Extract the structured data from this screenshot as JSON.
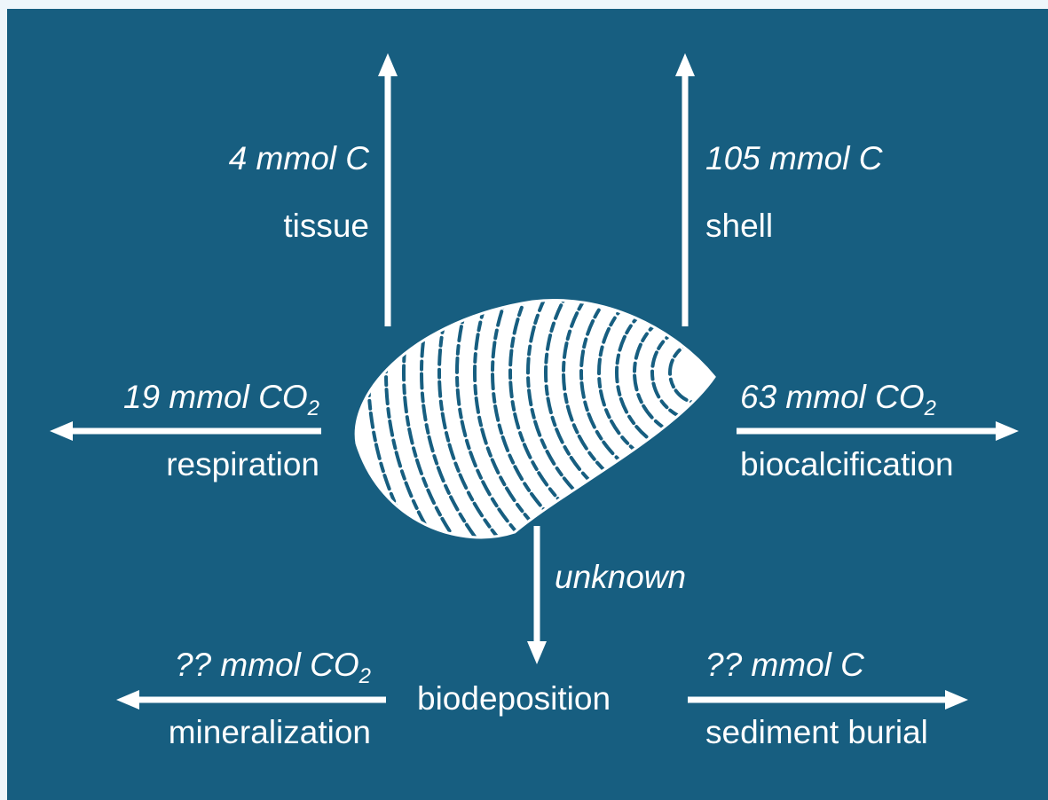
{
  "colors": {
    "background": "#175e80",
    "page_border": "#eef6fb",
    "foreground": "#ffffff"
  },
  "icon": "mussel-shell-icon",
  "flows": {
    "tissue": {
      "amount": "4 mmol C",
      "label": "tissue",
      "direction": "up"
    },
    "shell": {
      "amount": "105 mmol C",
      "label": "shell",
      "direction": "up"
    },
    "respiration": {
      "amount_prefix": "19 mmol CO",
      "amount_subscript": "2",
      "label": "respiration",
      "direction": "left"
    },
    "biocalcification": {
      "amount_prefix": "63 mmol CO",
      "amount_subscript": "2",
      "label": "biocalcification",
      "direction": "right"
    },
    "biodeposition": {
      "amount": "unknown",
      "label": "biodeposition",
      "direction": "down"
    },
    "mineralization": {
      "amount_prefix": "?? mmol CO",
      "amount_subscript": "2",
      "label": "mineralization",
      "direction": "left"
    },
    "sediment_burial": {
      "amount": "?? mmol C",
      "label": "sediment burial",
      "direction": "right"
    }
  }
}
